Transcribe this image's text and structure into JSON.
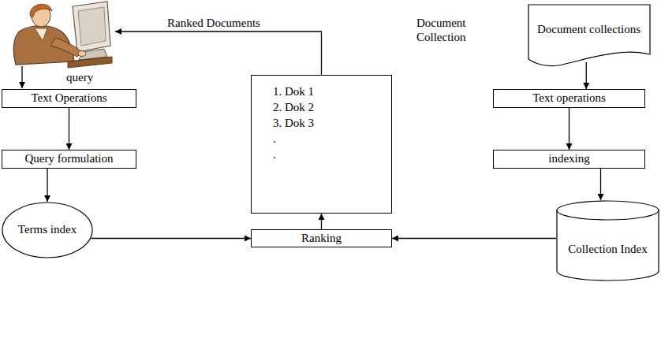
{
  "diagram": {
    "nodes": [
      {
        "text": [
          "Document collections"
        ]
      },
      {
        "text": [
          "Text Operations"
        ]
      },
      {
        "text": [
          "1. Dok 1",
          "2. Dok 2",
          "3. Dok 3",
          ".",
          "."
        ]
      },
      {
        "text": [
          "Text operations"
        ]
      },
      {
        "text": [
          "Query formulation"
        ]
      },
      {
        "text": [
          "indexing"
        ]
      },
      {
        "text": [
          "Terms index"
        ]
      },
      {
        "text": [
          "Ranking"
        ]
      },
      {
        "text": [
          "Collection Index"
        ]
      }
    ],
    "edges": [
      {
        "from": 1,
        "to": 4,
        "arrow": "to"
      },
      {
        "from": 4,
        "to": 6,
        "arrow": "to"
      },
      {
        "from": 6,
        "to": 7,
        "arrow": "to"
      },
      {
        "from": 8,
        "to": 7,
        "arrow": "to"
      },
      {
        "from": 7,
        "to": 2,
        "arrow": "to"
      },
      {
        "from": 0,
        "to": 3,
        "arrow": "to"
      },
      {
        "from": 3,
        "to": 5,
        "arrow": "to"
      },
      {
        "from": 5,
        "to": 8,
        "arrow": "to"
      }
    ],
    "labels": [
      "Ranked Documents",
      "query",
      "Document Collection"
    ]
  }
}
